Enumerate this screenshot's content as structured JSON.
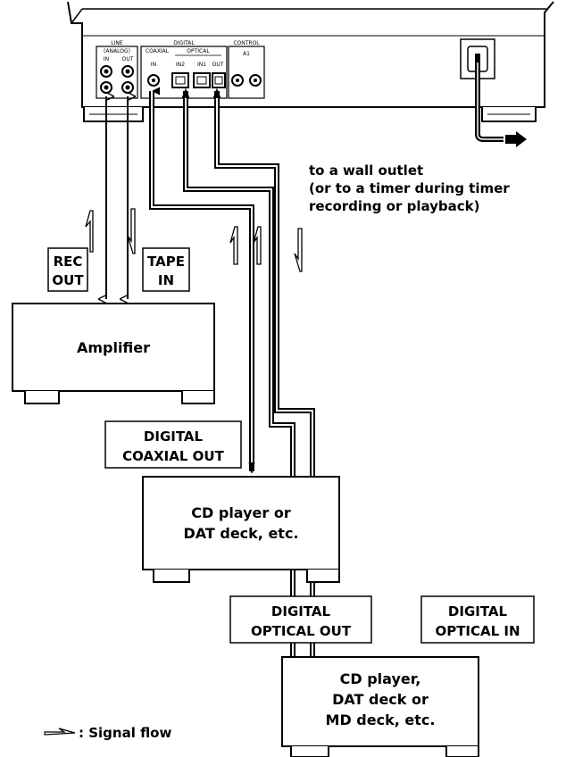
{
  "rear_panel": {
    "line": "LINE",
    "analog": "(ANALOG)",
    "in": "IN",
    "out": "OUT",
    "digital": "DIGITAL",
    "coaxial": "COAXIAL",
    "optical": "OPTICAL",
    "coax_in": "IN",
    "in2": "IN2",
    "in1": "IN1",
    "opt_out": "OUT",
    "control": "CONTROL",
    "a1": "A1"
  },
  "wall_outlet": {
    "line1": "to a wall outlet",
    "line2": "(or to a timer during timer",
    "line3": "recording or playback)"
  },
  "labels": {
    "rec_out": [
      "REC",
      "OUT"
    ],
    "tape_in": [
      "TAPE",
      "IN"
    ],
    "digital_coaxial_out": [
      "DIGITAL",
      "COAXIAL OUT"
    ],
    "digital_optical_out": [
      "DIGITAL",
      "OPTICAL OUT"
    ],
    "digital_optical_in": [
      "DIGITAL",
      "OPTICAL IN"
    ]
  },
  "devices": {
    "amplifier": [
      "Amplifier"
    ],
    "cd_player_1": [
      "CD player or",
      "DAT deck, etc."
    ],
    "cd_player_2": [
      "CD player,",
      "DAT deck or",
      "MD deck, etc."
    ]
  },
  "legend": {
    "text": ": Signal flow",
    "icon": "hollow-arrow-icon"
  }
}
